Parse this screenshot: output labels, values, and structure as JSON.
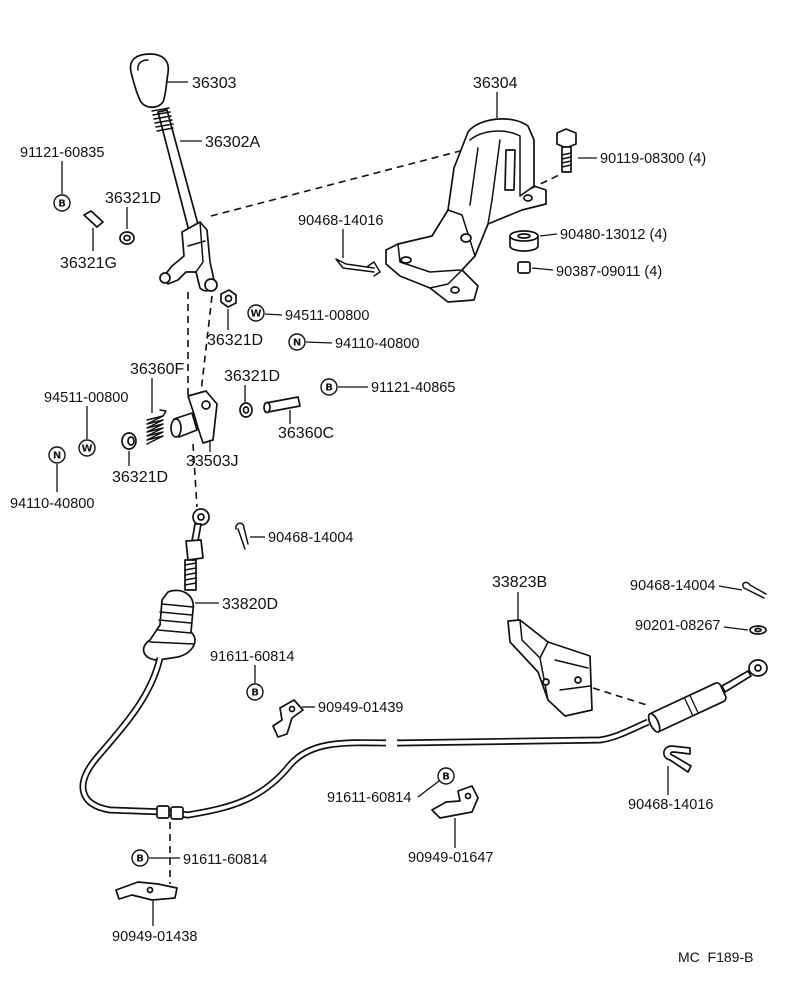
{
  "diagram": {
    "labels": {
      "knob": "36303",
      "lever": "36302A",
      "bolt_top": "91121-60835",
      "bushing_top": "36321D",
      "pin_top": "36321G",
      "bracket_upper": "36304",
      "bracket_bolt": "90119-08300 (4)",
      "cotter_pin_upper": "90468-14016",
      "collar": "90480-13012 (4)",
      "bracket_nut": "90387-09011 (4)",
      "washer_upper": "94511-00800",
      "bushing_mid": "36321D",
      "nut_upper": "94110-40800",
      "spring": "36360F",
      "bushing_right": "36321D",
      "bolt_mid": "91121-40865",
      "washer_lower": "94511-00800",
      "pin_collar": "36360C",
      "lever_lower": "33503J",
      "bushing_lower": "36321D",
      "nut_lower": "94110-40800",
      "cotter_pin_left": "90468-14004",
      "bracket_lower": "33823B",
      "cotter_pin_right": "90468-14004",
      "cable": "33820D",
      "washer_cable_end": "90201-08267",
      "bolt_clamp_a": "91611-60814",
      "clamp_a": "90949-01439",
      "bolt_clamp_b": "91611-60814",
      "retainer_clip": "90468-14016",
      "clamp_b": "90949-01647",
      "bolt_clamp_c": "91611-60814",
      "clamp_c": "90949-01438"
    },
    "symbols": {
      "b_top": "B",
      "w_upper": "W",
      "n_upper": "N",
      "b_mid": "B",
      "w_lower": "W",
      "n_lower": "N",
      "b_clamp_a": "B",
      "b_clamp_b": "B",
      "b_clamp_c": "B"
    },
    "figure_code": "MC  F189-B"
  }
}
